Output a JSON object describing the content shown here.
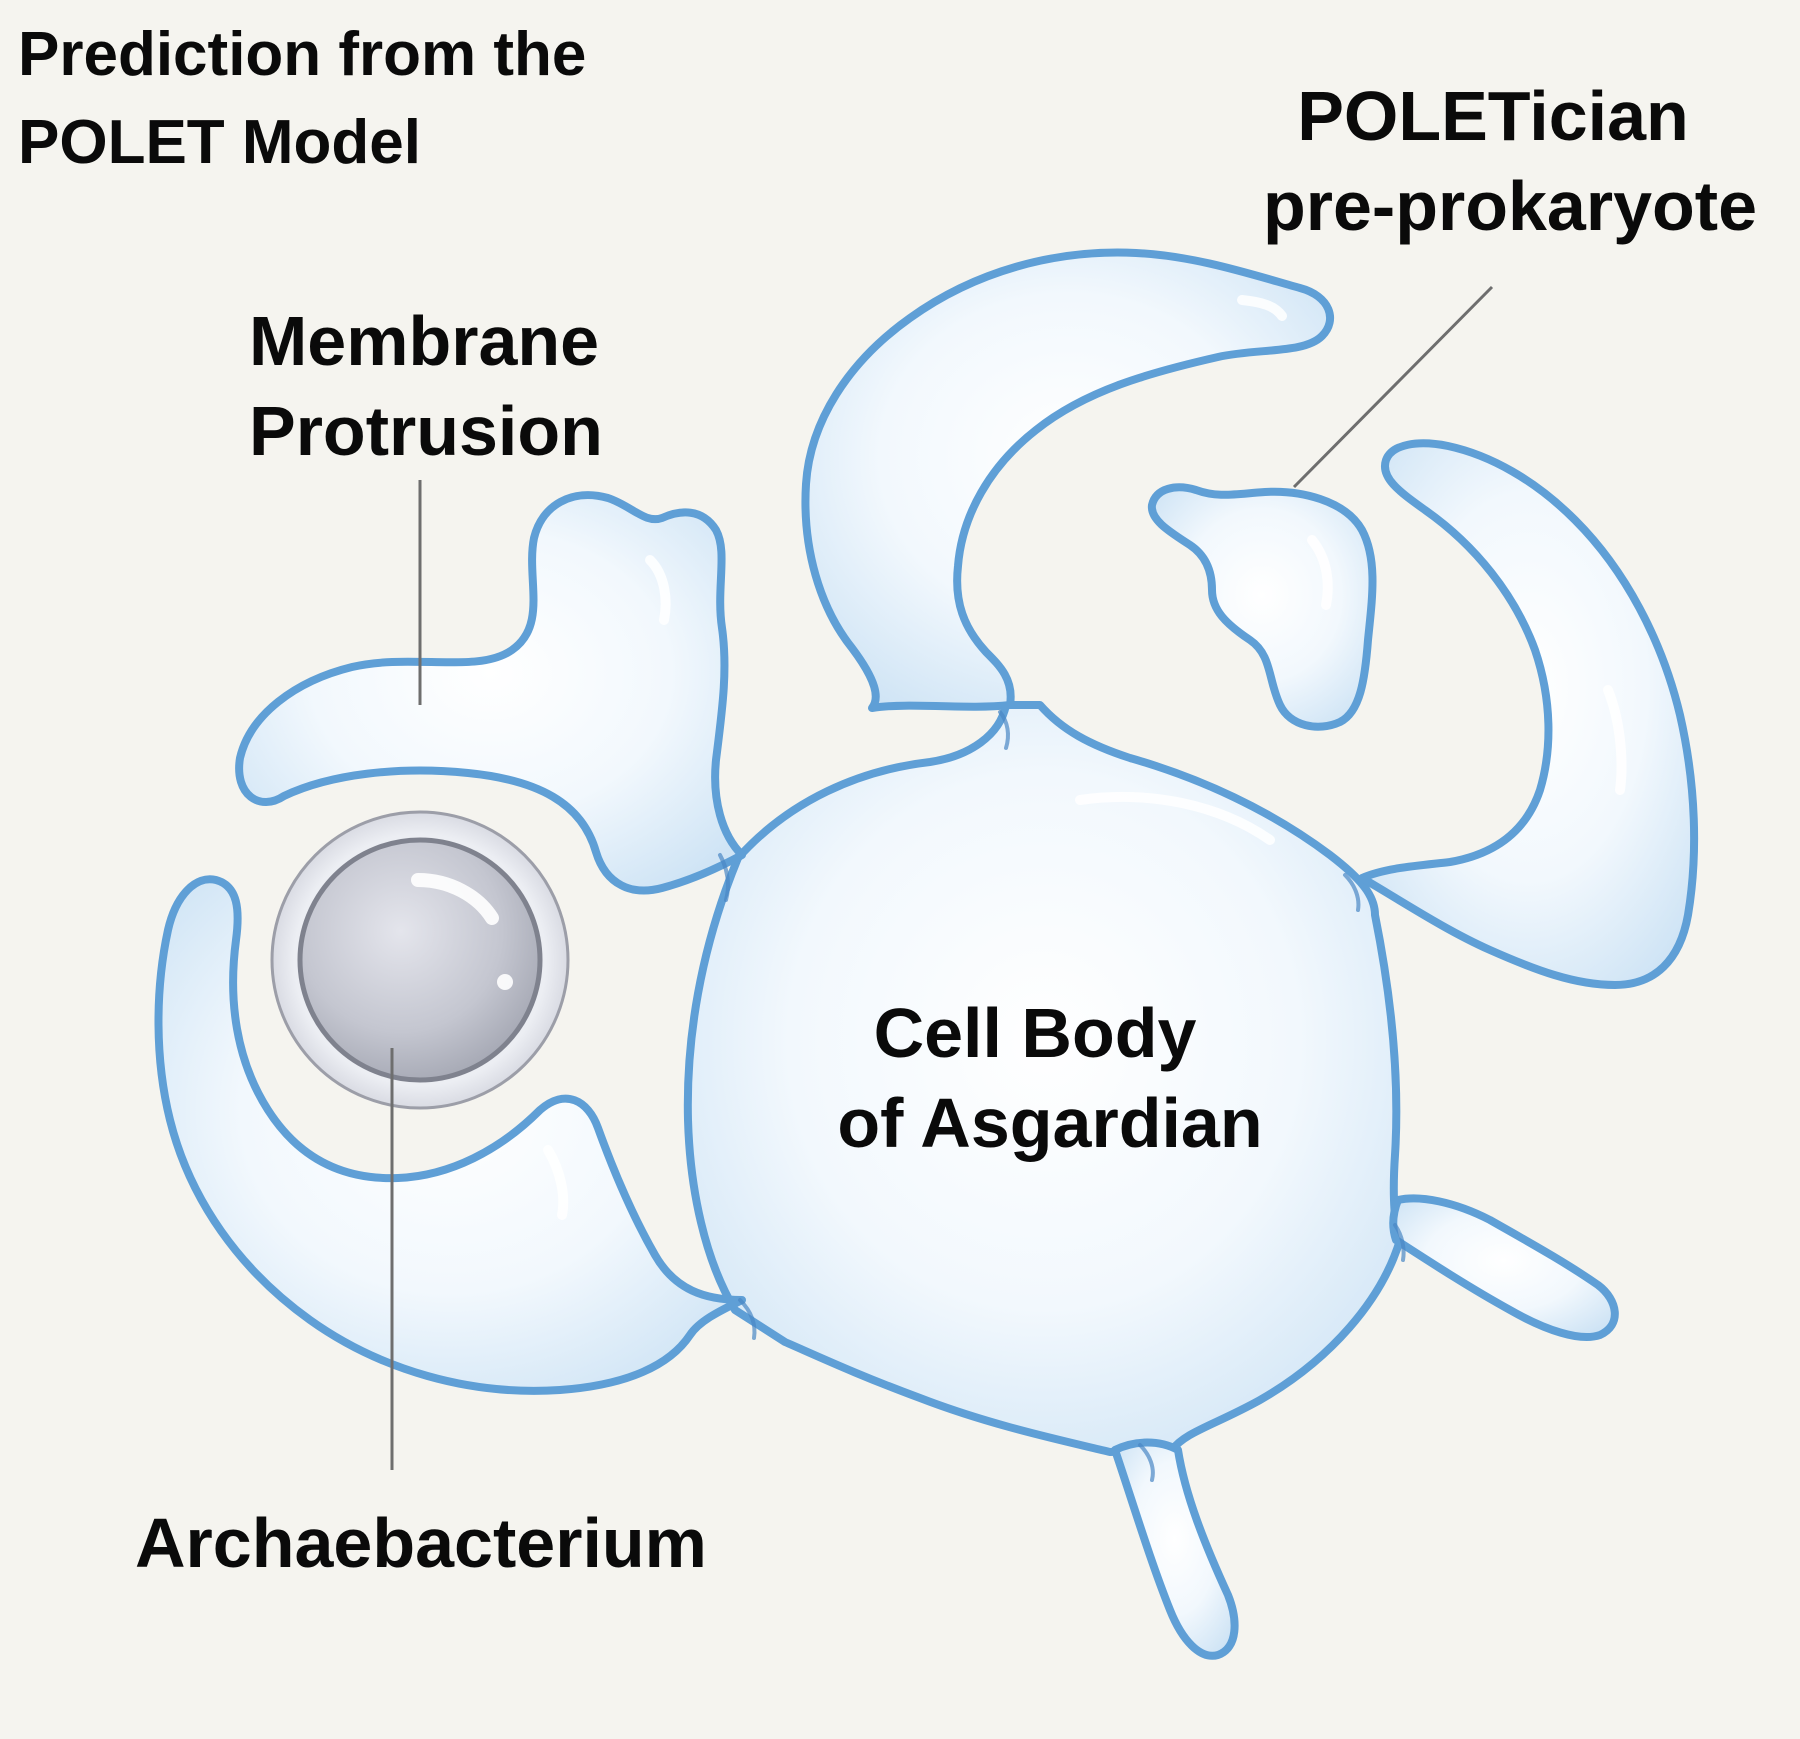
{
  "title": {
    "line1": "Prediction from the",
    "line2": "POLET Model"
  },
  "labels": {
    "membrane_protrusion": {
      "line1": "Membrane",
      "line2": "Protrusion"
    },
    "poletician": {
      "line1": "POLETician",
      "line2": "pre-prokaryote"
    },
    "cell_body": {
      "line1": "Cell Body",
      "line2": "of Asgardian"
    },
    "archaebacterium": "Archaebacterium"
  },
  "colors": {
    "background": "#f5f4ef",
    "membrane_outline": "#5f9fd6",
    "cytoplasm_center": "#ffffff",
    "cytoplasm_edge": "#d6e8f6",
    "archaebacterium_fill": "#c3c5cf",
    "text": "#0a0a0a"
  }
}
